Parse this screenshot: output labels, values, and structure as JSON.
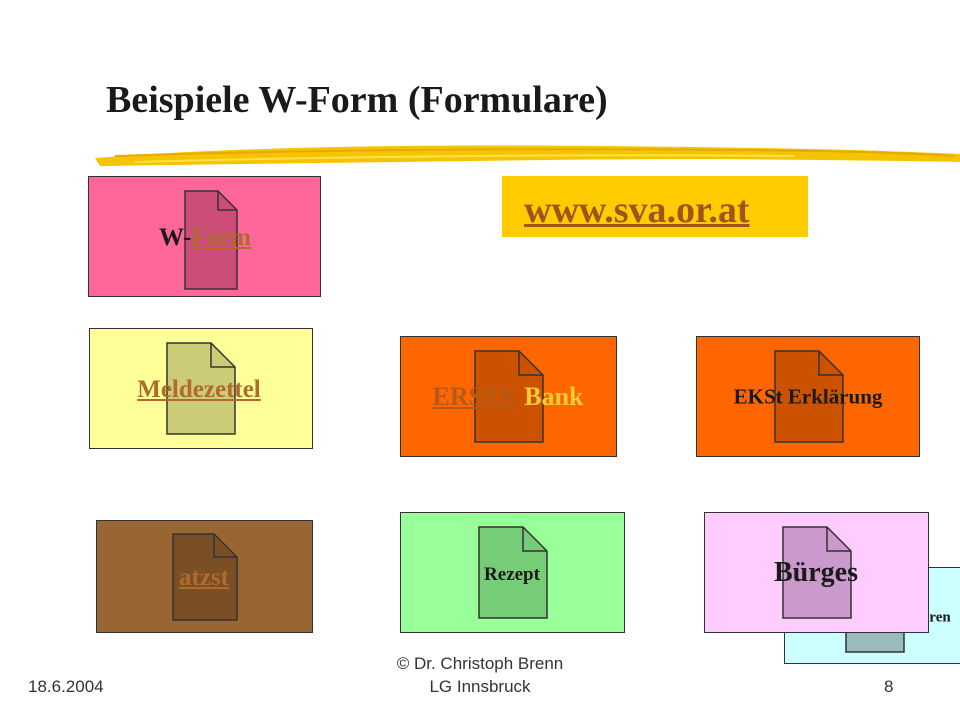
{
  "slide": {
    "title": "Beispiele W-Form (Formulare)",
    "url": "www.sva.or.at"
  },
  "tiles": {
    "wform": {
      "prefix": "W-",
      "link": "Form"
    },
    "meldezettel": {
      "link": "Meldezettel"
    },
    "erste": {
      "link": "ERSTE",
      "suffix": " Bank"
    },
    "ekst": {
      "text": "EKSt Erklärung"
    },
    "satzst": {
      "link": "atzst"
    },
    "rezept": {
      "text": "Rezept"
    },
    "buerges": {
      "text": "Bürges"
    },
    "behind": {
      "text": "ren"
    }
  },
  "footer": {
    "date": "18.6.2004",
    "author": "© Dr. Christoph Brenn",
    "org": "LG Innsbruck",
    "page": "8"
  },
  "colors": {
    "pink": "#ff6699",
    "yellow": "#ffff99",
    "orange": "#ff6600",
    "brown": "#996633",
    "green": "#99ff99",
    "lilac": "#ffccff",
    "cyan": "#ccffff",
    "accent": "#ffcc00"
  }
}
